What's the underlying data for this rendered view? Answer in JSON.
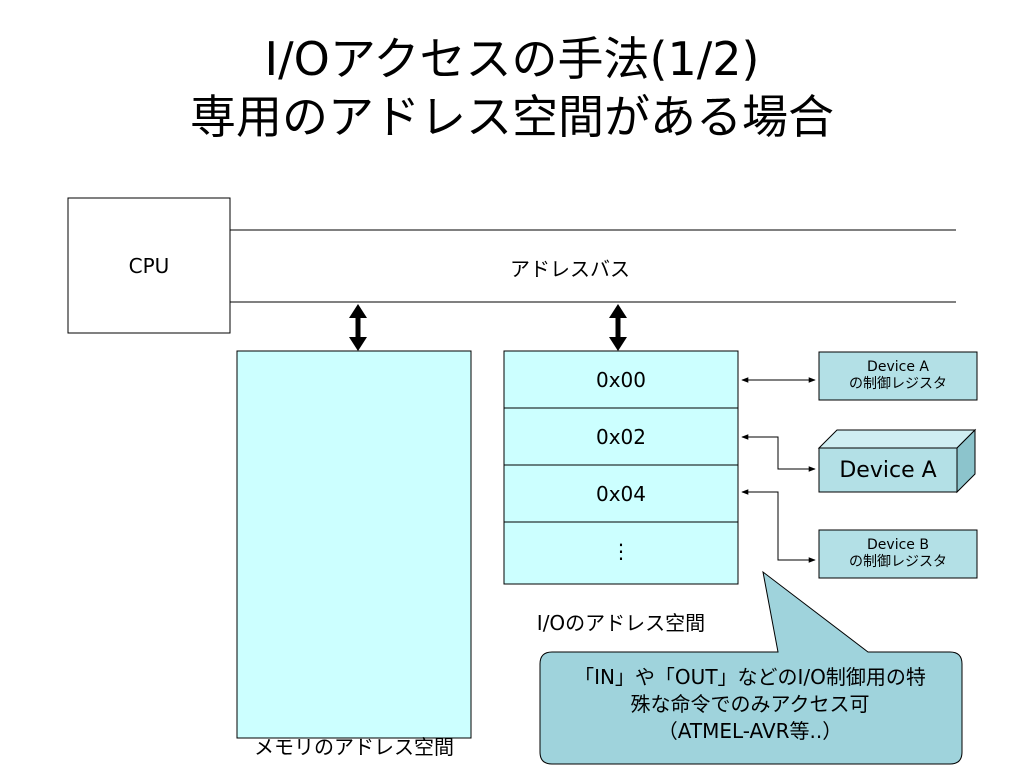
{
  "title": {
    "line1": "I/Oアクセスの手法(1/2)",
    "line2": "専用のアドレス空間がある場合"
  },
  "cpu": {
    "label": "CPU"
  },
  "bus": {
    "label": "アドレスバス"
  },
  "memory": {
    "caption": "メモリのアドレス空間"
  },
  "io": {
    "cells": [
      "0x00",
      "0x02",
      "0x04",
      "⋮"
    ],
    "caption": "I/Oのアドレス空間"
  },
  "devices": {
    "a_register": {
      "line1": "Device A",
      "line2": "の制御レジスタ"
    },
    "a_device": {
      "label": "Device A"
    },
    "b_register": {
      "line1": "Device B",
      "line2": "の制御レジスタ"
    }
  },
  "callout": {
    "line1": "「IN」や「OUT」などのI/O制御用の特",
    "line2": "殊な命令でのみアクセス可",
    "line3": "（ATMEL-AVR等..）"
  },
  "colors": {
    "cyan_fill": "#ccffff",
    "device_fill": "#b3e0e6",
    "device_side": "#8cc4cc",
    "callout_fill": "#9fd3dc"
  }
}
